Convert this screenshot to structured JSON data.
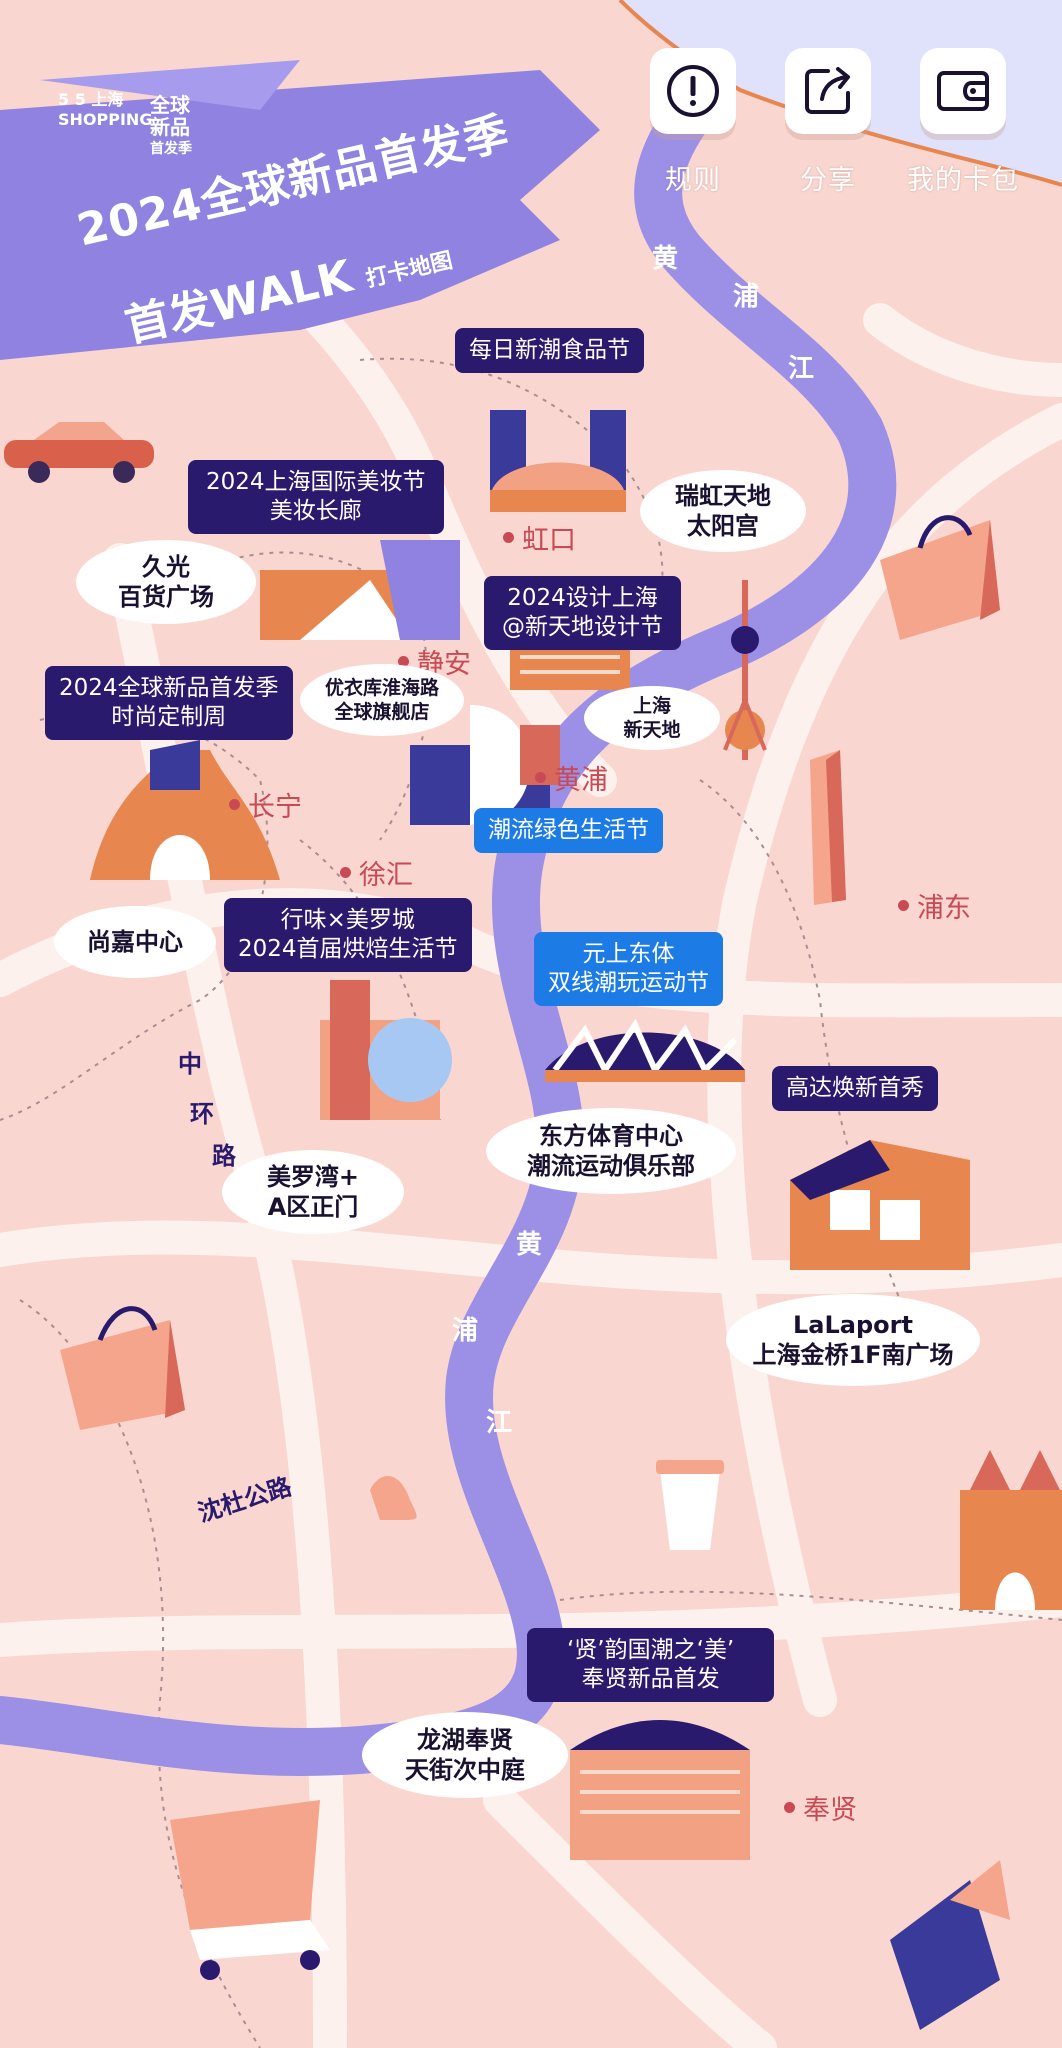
{
  "header": {
    "logo_text": "5 5 上海 SHOPPING",
    "logo_side": [
      "全球",
      "新品",
      "首发季"
    ],
    "title_line1": "2024全球新品首发季",
    "title_line2": "首发WALK",
    "title_line2_small": "打卡地图"
  },
  "actions": [
    {
      "label": "规则",
      "icon": "alert-icon"
    },
    {
      "label": "分享",
      "icon": "share-icon"
    },
    {
      "label": "我的卡包",
      "icon": "wallet-icon"
    }
  ],
  "rivers": {
    "upper": [
      "黄",
      "浦",
      "江"
    ],
    "lower": [
      "黄",
      "浦",
      "江"
    ]
  },
  "roads": {
    "middle_ring": [
      "中",
      "环",
      "路"
    ],
    "shendu": "沈杜公路"
  },
  "districts": {
    "hongkou": "虹口",
    "jingan": "静安",
    "huangpu": "黄浦",
    "changning": "长宁",
    "xuhui": "徐汇",
    "pudong": "浦东",
    "fengxian": "奉贤"
  },
  "events": {
    "food": [
      "每日新潮食品节"
    ],
    "beauty": [
      "2024上海国际美妆节",
      "美妆长廊"
    ],
    "design": [
      "2024设计上海",
      "@新天地设计节"
    ],
    "fashion": [
      "2024全球新品首发季",
      "时尚定制周"
    ],
    "green": [
      "潮流绿色生活节"
    ],
    "bakery": [
      "行味×美罗城",
      "2024首届烘焙生活节"
    ],
    "sports": [
      "元上东体",
      "双线潮玩运动节"
    ],
    "gaoda": [
      "高达焕新首秀"
    ],
    "fengxian": [
      "‘贤’韵国潮之‘美’",
      "奉贤新品首发"
    ]
  },
  "venues": {
    "ruihong": [
      "瑞虹天地",
      "太阳宫"
    ],
    "jiuguang": [
      "久光",
      "百货广场"
    ],
    "uniqlo": [
      "优衣库淮海路",
      "全球旗舰店"
    ],
    "xintiandi": [
      "上海",
      "新天地"
    ],
    "shangjia": [
      "尚嘉中心"
    ],
    "meiluo": [
      "美罗湾+",
      "A区正门"
    ],
    "dongfang": [
      "东方体育中心",
      "潮流运动俱乐部"
    ],
    "lalaport": [
      "LaLaport",
      "上海金桥1F南广场"
    ],
    "longhu": [
      "龙湖奉贤",
      "天街次中庭"
    ]
  },
  "colors": {
    "background": "#f9d6cf",
    "river": "#9b8fe6",
    "event_dark": "#2a1a6e",
    "event_blue": "#1d7be6",
    "district": "#c94a55",
    "accent_orange": "#e7864f"
  }
}
